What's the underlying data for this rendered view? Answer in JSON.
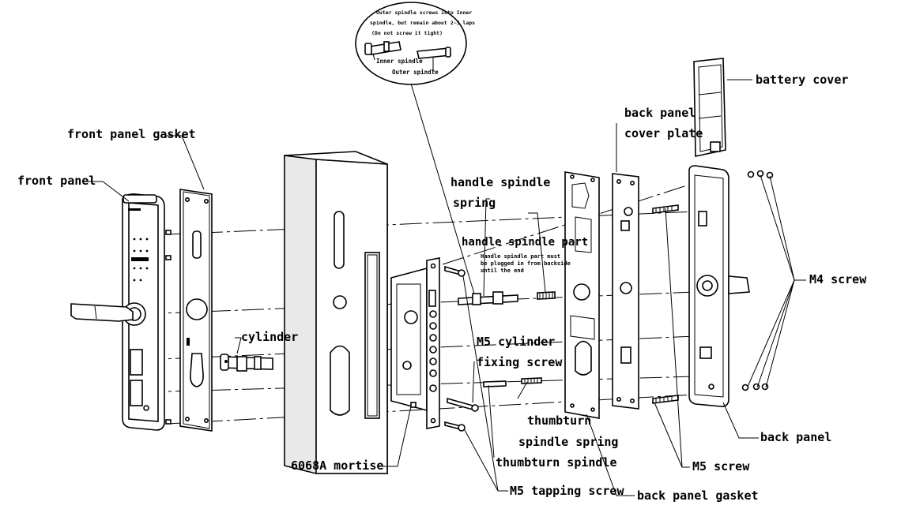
{
  "labels": {
    "front_panel": "front panel",
    "front_panel_gasket": "front panel gasket",
    "cylinder": "cylinder",
    "mortise": "6068A mortise",
    "handle_spindle_spring_1": "handle spindle",
    "handle_spindle_spring_2": "spring",
    "handle_spindle_part": "handle spindle part",
    "m5_cylinder_fixing_1": "M5 cylinder",
    "m5_cylinder_fixing_2": "fixing screw",
    "thumbturn_spring_1": "thumbturn",
    "thumbturn_spring_2": "spindle spring",
    "thumbturn_spindle": "thumbturn spindle",
    "m5_tapping_screw": "M5 tapping screw",
    "back_panel_gasket": "back panel gasket",
    "back_panel_cover_1": "back panel",
    "back_panel_cover_2": "cover plate",
    "battery_cover": "battery cover",
    "m4_screw": "M4 screw",
    "back_panel": "back panel",
    "m5_screw": "M5 screw"
  },
  "notes": {
    "spindle_note_1": "Outer spindle screws into Inner",
    "spindle_note_2": "spindle, but remain about 2-3 laps",
    "spindle_note_3": "(Do not screw it tight)",
    "inner_spindle": "Inner spindle",
    "outer_spindle": "Outer spindle",
    "handle_note_1": "Handle spindle part must",
    "handle_note_2": "be plugged in from backside",
    "handle_note_3": "until the end"
  }
}
